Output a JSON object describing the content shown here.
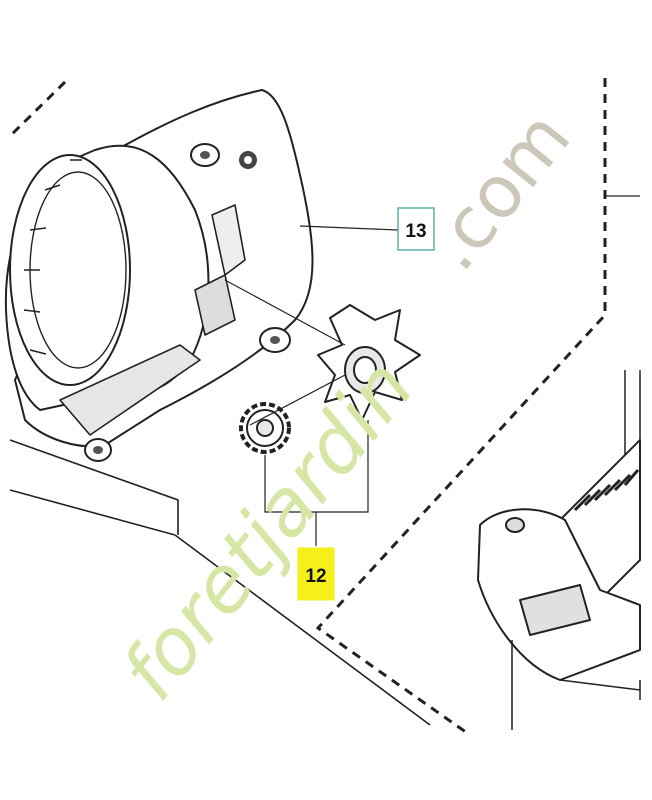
{
  "watermark": {
    "text_main": "foretjardin",
    "text_suffix": ".com",
    "color_green": "#d6e6a4",
    "color_grey": "#ccc7b8"
  },
  "callouts": [
    {
      "id": "13",
      "label": "13",
      "part": "housing",
      "highlight": "none",
      "border": "#5fb0b0"
    },
    {
      "id": "12",
      "label": "12",
      "part": "gear-set",
      "highlight": "#f5ef1a",
      "border": "#f5ef1a"
    }
  ],
  "colors": {
    "line": "#222222",
    "fill": "#ffffff",
    "shade": "#d8d8d8",
    "dark": "#555555"
  }
}
